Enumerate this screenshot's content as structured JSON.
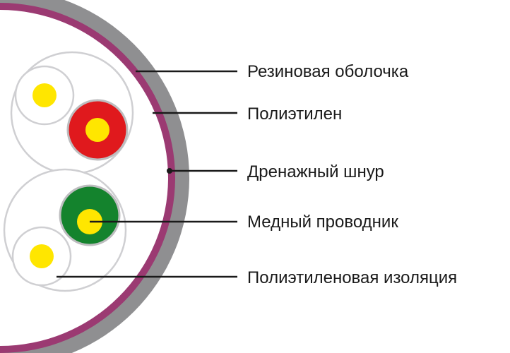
{
  "labels": {
    "rubber_jacket": "Резиновая оболочка",
    "polyethylene": "Полиэтилен",
    "drain_wire": "Дренажный шнур",
    "copper_conductor": "Медный проводник",
    "polyethylene_insulation": "Полиэтиленовая изоляция"
  },
  "colors": {
    "outer_jacket": "#8f8f91",
    "polyethylene_layer": "#9b3a72",
    "cable_fill": "#ffffff",
    "pair_outline": "#cfcfd2",
    "copper": "#ffe600",
    "red_insulation": "#e0191d",
    "green_insulation": "#14832d",
    "leader_line": "#1a1a1a"
  }
}
